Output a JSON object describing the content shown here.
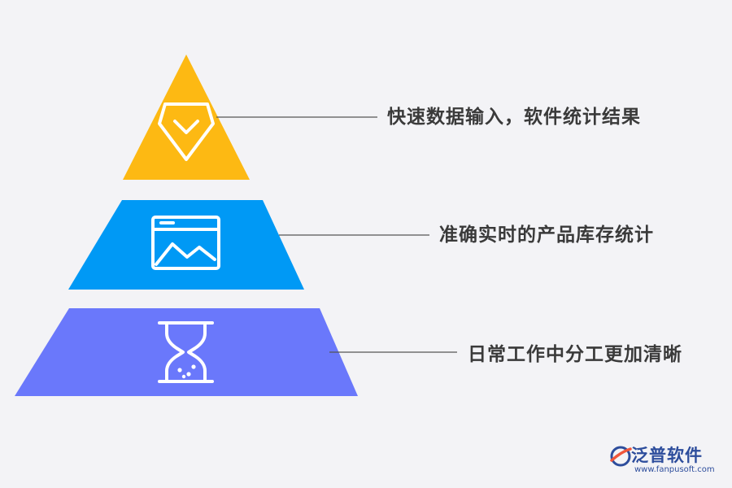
{
  "layers": [
    {
      "label": "快速数据输入，软件统计结果",
      "color": "#fdb913",
      "icon": "diamond-icon"
    },
    {
      "label": "准确实时的产品库存统计",
      "color": "#0099f5",
      "icon": "chart-window-icon"
    },
    {
      "label": "日常工作中分工更加清晰",
      "color": "#6a78fb",
      "icon": "hourglass-icon"
    }
  ],
  "colors": {
    "background": "#f3f3f6",
    "connector": "#555555",
    "icon_stroke": "#ffffff",
    "logo": "#2d4d9c",
    "logo_accent": "#f0563b"
  },
  "logo": {
    "name": "泛普软件",
    "url": "www.fanpusoft.com"
  }
}
